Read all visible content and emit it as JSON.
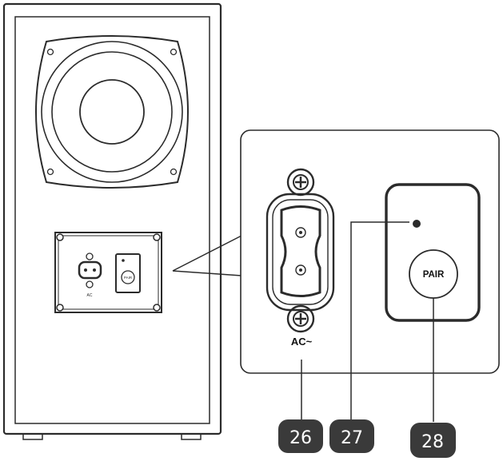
{
  "labels": {
    "ac_port": "AC~",
    "pair_button": "PAIR",
    "mini_ac": "AC",
    "mini_pair": "PAIR"
  },
  "callouts": [
    {
      "id": "ac-port",
      "number": "26"
    },
    {
      "id": "indicator-led",
      "number": "27"
    },
    {
      "id": "pair-button",
      "number": "28"
    }
  ],
  "colors": {
    "line": "#2b2b2b",
    "callout_fill": "#3a3a3a",
    "callout_text": "#ffffff",
    "background": "#ffffff"
  }
}
